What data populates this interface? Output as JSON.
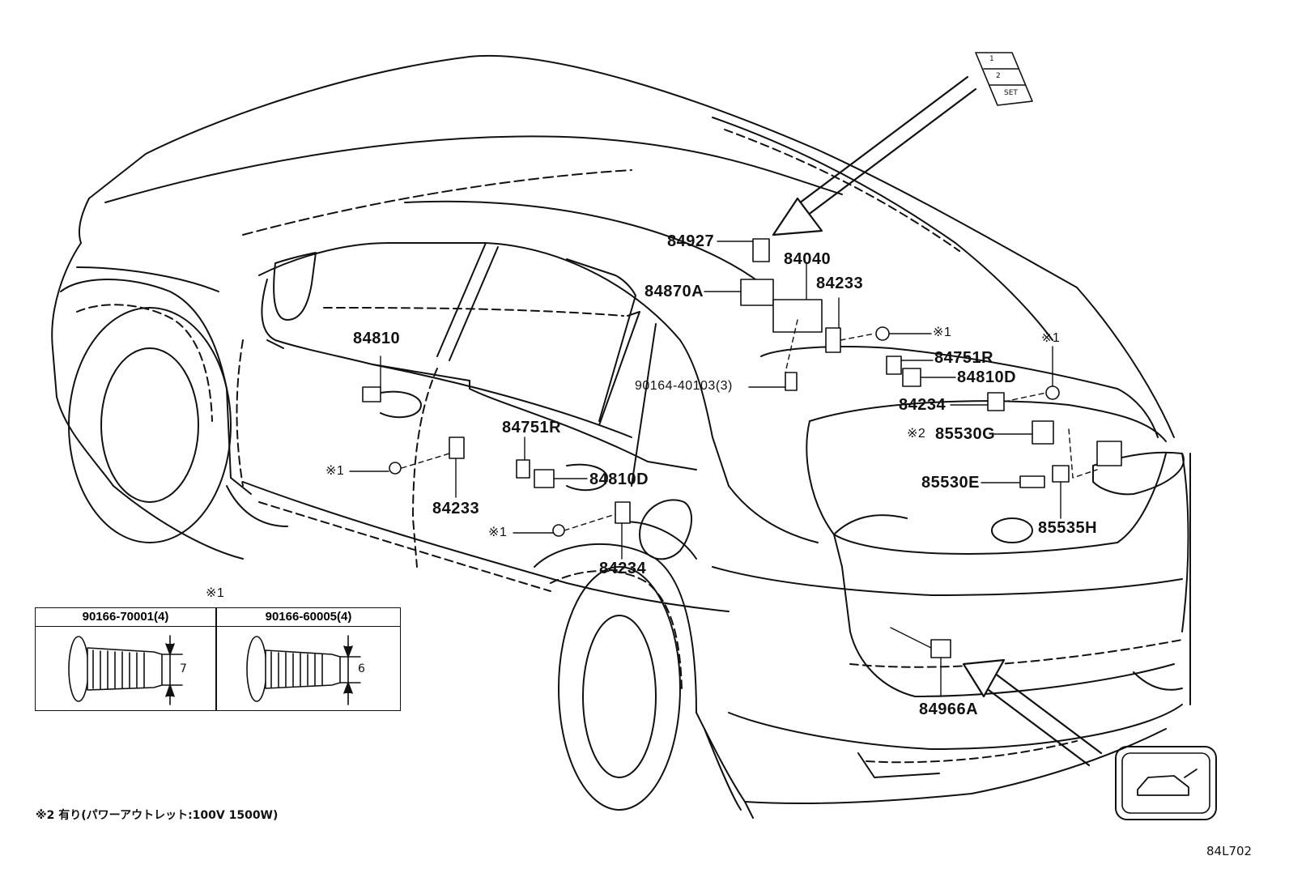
{
  "diagram_code": "84L702",
  "parts": {
    "p84927": "84927",
    "p84040": "84040",
    "p84870A": "84870A",
    "p84233_top": "84233",
    "mark1_a": "※1",
    "mark1_b": "※1",
    "p84810": "84810",
    "p84751R_right": "84751R",
    "p84810D_right": "84810D",
    "p90164": "90164-40103(3)",
    "p84234_right": "84234",
    "mark2": "※2",
    "p85530G": "85530G",
    "p85530E": "85530E",
    "p85535H": "85535H",
    "mark1_c": "※1",
    "p84233_left": "84233",
    "p84751R_center": "84751R",
    "p84810D_center": "84810D",
    "mark1_d": "※1",
    "p84234_center": "84234",
    "p84966A": "84966A"
  },
  "legend": {
    "title": "※1",
    "col1_part": "90166-70001(4)",
    "col1_dim": "7",
    "col2_part": "90166-60005(4)",
    "col2_dim": "6"
  },
  "switch_panel": {
    "btn1": "1",
    "btn2": "2",
    "btn3": "SET"
  },
  "footnote": "※2 有り(パワーアウトレット:100V 1500W)"
}
